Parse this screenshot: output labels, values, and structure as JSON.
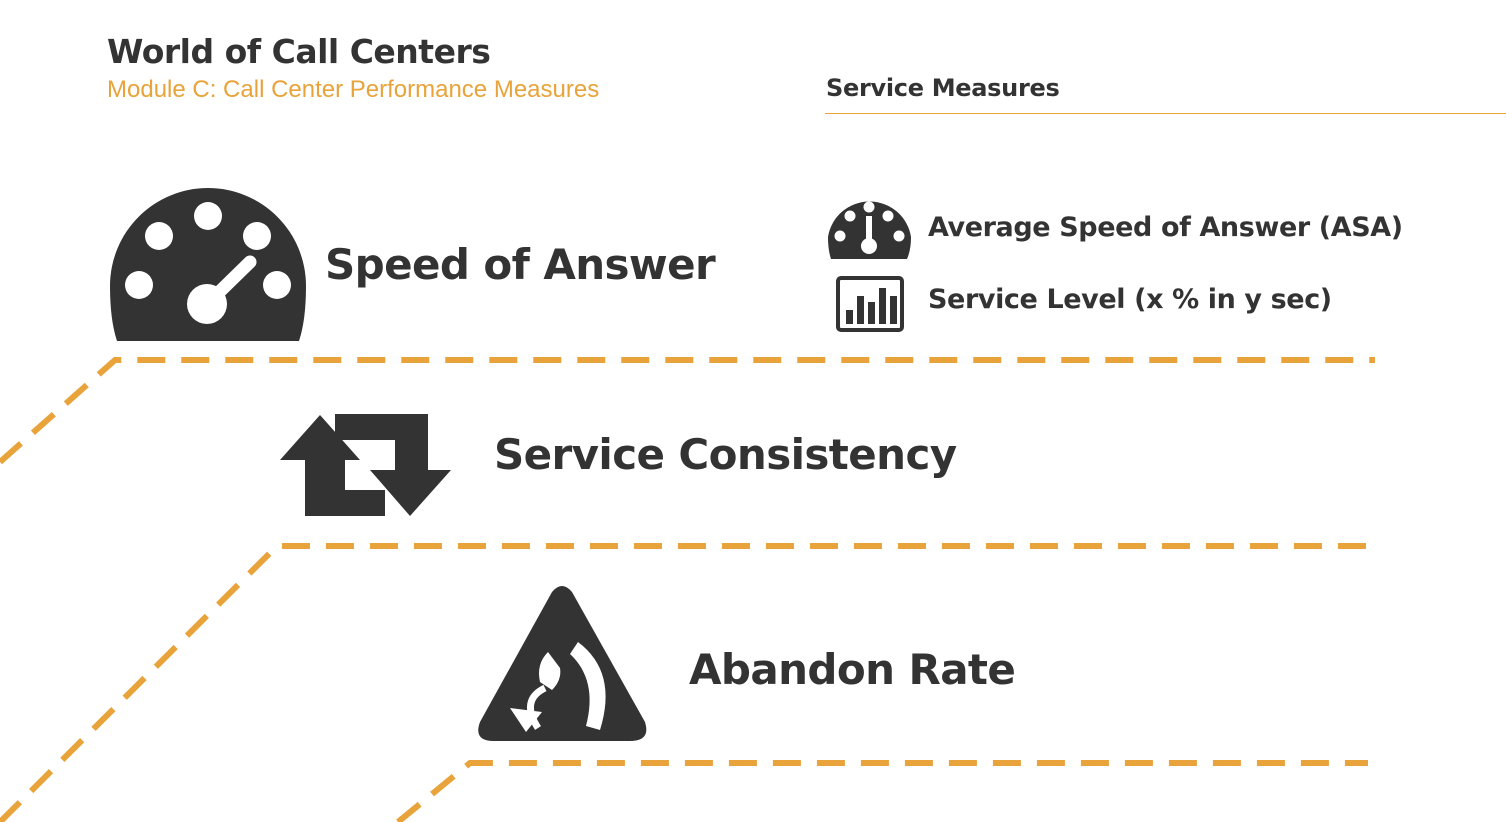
{
  "header": {
    "title": "World of Call Centers",
    "subtitle": "Module C: Call Center Performance Measures"
  },
  "section": {
    "heading": "Service Measures"
  },
  "steps": [
    {
      "label": "Speed of Answer",
      "icon": "speedometer-icon"
    },
    {
      "label": "Service Consistency",
      "icon": "repeat-arrows-icon"
    },
    {
      "label": "Abandon Rate",
      "icon": "phone-hangup-warning-icon"
    }
  ],
  "measures": [
    {
      "label": "Average Speed of Answer (ASA)",
      "icon": "speedometer-icon"
    },
    {
      "label": "Service Level (x % in y sec)",
      "icon": "bar-chart-icon"
    }
  ],
  "colors": {
    "accent": "#e8a33a",
    "icon": "#333333",
    "text": "#333333",
    "background": "#ffffff"
  }
}
